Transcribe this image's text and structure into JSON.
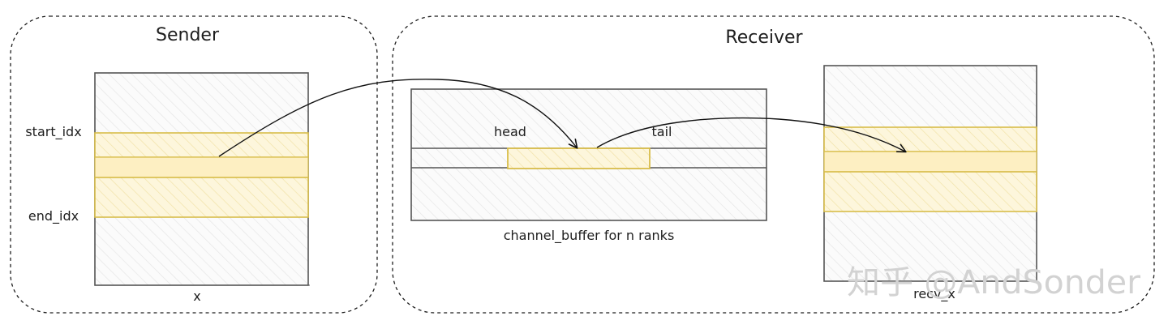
{
  "sender": {
    "title": "Sender",
    "start_label": "start_idx",
    "end_label": "end_idx",
    "buffer_label": "x"
  },
  "receiver": {
    "title": "Receiver",
    "head_label": "head",
    "tail_label": "tail",
    "channel_label": "channel_buffer for n ranks",
    "recv_label": "recv_x"
  },
  "watermark": "知乎 @AndSonder",
  "colors": {
    "stroke": "#555555",
    "highlight_fill": "#fdf2cc",
    "highlight_stroke": "#d8bd4a",
    "arrow": "#111111"
  }
}
